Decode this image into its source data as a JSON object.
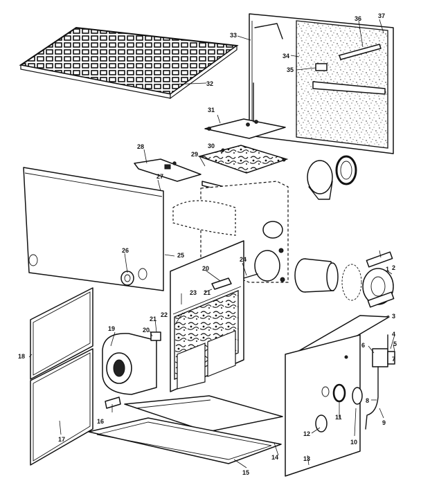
{
  "labels": [
    {
      "id": "p1",
      "text": "1"
    },
    {
      "id": "p2",
      "text": "2"
    },
    {
      "id": "p3",
      "text": "3"
    },
    {
      "id": "p4",
      "text": "4"
    },
    {
      "id": "p5",
      "text": "5"
    },
    {
      "id": "p6",
      "text": "6"
    },
    {
      "id": "p7",
      "text": "7"
    },
    {
      "id": "p8",
      "text": "8"
    },
    {
      "id": "p9",
      "text": "9"
    },
    {
      "id": "p10",
      "text": "10"
    },
    {
      "id": "p11",
      "text": "11"
    },
    {
      "id": "p12",
      "text": "12"
    },
    {
      "id": "p13",
      "text": "13"
    },
    {
      "id": "p14",
      "text": "14"
    },
    {
      "id": "p15",
      "text": "15"
    },
    {
      "id": "p16",
      "text": "16"
    },
    {
      "id": "p17",
      "text": "17"
    },
    {
      "id": "p18",
      "text": "18"
    },
    {
      "id": "p19",
      "text": "19"
    },
    {
      "id": "p20a",
      "text": "20"
    },
    {
      "id": "p20b",
      "text": "20"
    },
    {
      "id": "p21a",
      "text": "21"
    },
    {
      "id": "p21b",
      "text": "21"
    },
    {
      "id": "p22",
      "text": "22"
    },
    {
      "id": "p23",
      "text": "23"
    },
    {
      "id": "p24",
      "text": "24"
    },
    {
      "id": "p25",
      "text": "25"
    },
    {
      "id": "p26",
      "text": "26"
    },
    {
      "id": "p27",
      "text": "27"
    },
    {
      "id": "p28",
      "text": "28"
    },
    {
      "id": "p29",
      "text": "29"
    },
    {
      "id": "p30",
      "text": "30"
    },
    {
      "id": "p31",
      "text": "31"
    },
    {
      "id": "p32",
      "text": "32"
    },
    {
      "id": "p33",
      "text": "33"
    },
    {
      "id": "p34",
      "text": "34"
    },
    {
      "id": "p35",
      "text": "35"
    },
    {
      "id": "p36",
      "text": "36"
    },
    {
      "id": "p37",
      "text": "37"
    }
  ]
}
